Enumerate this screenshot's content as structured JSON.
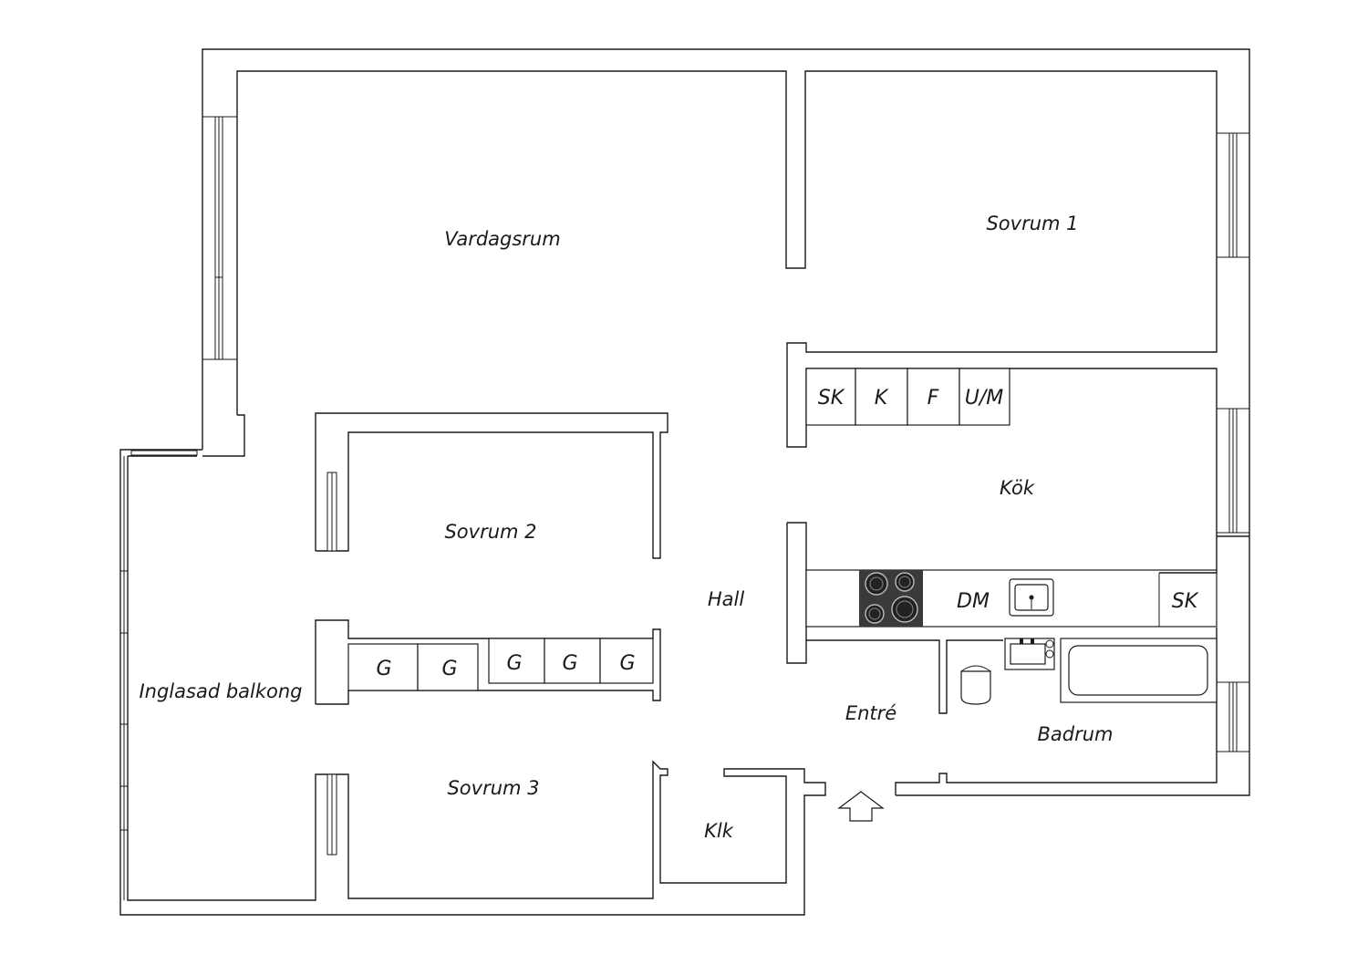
{
  "rooms": {
    "vardagsrum": "Vardagsrum",
    "sovrum1": "Sovrum 1",
    "sovrum2": "Sovrum 2",
    "sovrum3": "Sovrum 3",
    "kok": "Kök",
    "hall": "Hall",
    "entre": "Entré",
    "badrum": "Badrum",
    "klk": "Klk",
    "balkong": "Inglasad balkong"
  },
  "kitchen_units": {
    "sk_top": "SK",
    "k": "K",
    "f": "F",
    "um": "U/M",
    "dm": "DM",
    "sk_bottom": "SK"
  },
  "wardrobes": [
    "G",
    "G",
    "G",
    "G",
    "G"
  ],
  "icons": {
    "entrance": "arrow-up-icon",
    "stove": "stove-icon",
    "sink": "sink-icon",
    "toilet": "toilet-icon",
    "bathtub": "bathtub-icon"
  }
}
